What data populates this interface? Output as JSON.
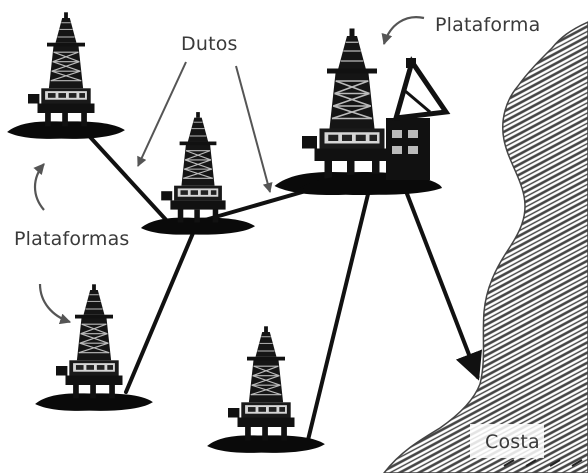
{
  "labels": {
    "dutos": "Dutos",
    "plataforma": "Plataforma",
    "plataformas": "Plataformas",
    "costa": "Costa"
  },
  "colors": {
    "ink": "#111111",
    "label": "#3a3a3a",
    "coast_hatch": "#444444",
    "background": "#ffffff"
  },
  "icons": [
    "oil-platform-icon",
    "main-platform-with-crane-icon",
    "coast-hatch",
    "curved-arrow-icon"
  ]
}
